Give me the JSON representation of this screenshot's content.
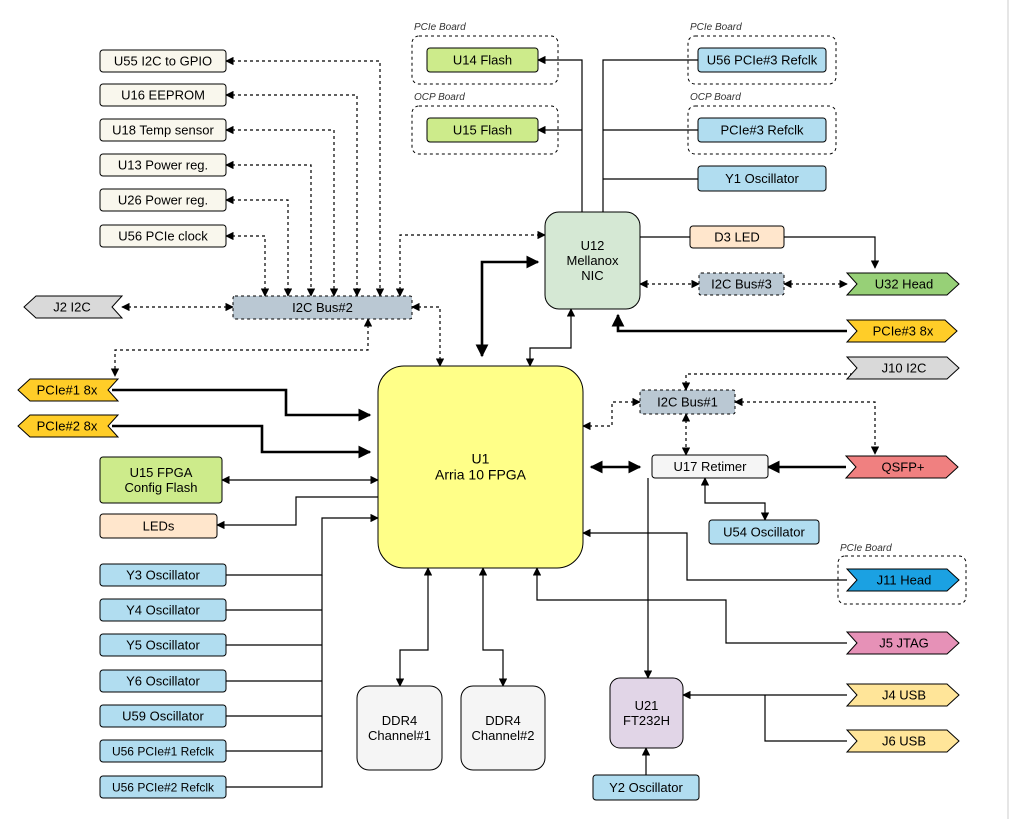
{
  "title": "",
  "blocks": {
    "fpga": [
      "U1",
      "Arria 10 FPGA"
    ],
    "nic": [
      "U12",
      "Mellanox",
      "NIC"
    ],
    "ft232": [
      "U21",
      "FT232H"
    ],
    "ddr1": [
      "DDR4",
      "Channel#1"
    ],
    "ddr2": [
      "DDR4",
      "Channel#2"
    ],
    "config_flash": [
      "U15 FPGA",
      "Config Flash"
    ],
    "leds": "LEDs",
    "u55": "U55 I2C to GPIO",
    "u16": "U16 EEPROM",
    "u18": "U18 Temp sensor",
    "u13": "U13 Power reg.",
    "u26": "U26 Power reg.",
    "u56clk": "U56 PCIe clock",
    "i2c_bus2": "I2C Bus#2",
    "i2c_bus1": "I2C Bus#1",
    "i2c_bus3": "I2C Bus#3",
    "u14": "U14 Flash",
    "u15flash": "U15 Flash",
    "u56ref3": "U56 PCIe#3 Refclk",
    "pcie3ref": "PCIe#3 Refclk",
    "y1": "Y1 Oscillator",
    "d3": "D3 LED",
    "u17": "U17 Retimer",
    "u54": "U54 Oscillator",
    "y2": "Y2 Oscillator",
    "y3": "Y3 Oscillator",
    "y4": "Y4 Oscillator",
    "y5": "Y5 Oscillator",
    "y6": "Y6 Oscillator",
    "u59": "U59 Oscillator",
    "u56ref1": "U56 PCIe#1 Refclk",
    "u56ref2": "U56 PCIe#2 Refclk"
  },
  "connectors": {
    "j2": "J2 I2C",
    "pcie1": "PCIe#1 8x",
    "pcie2": "PCIe#2 8x",
    "u32": "U32 Head",
    "pcie3": "PCIe#3 8x",
    "j10": "J10 I2C",
    "qsfp": "QSFP+",
    "j11": "J11 Head",
    "j5": "J5 JTAG",
    "j4": "J4 USB",
    "j6": "J6 USB"
  },
  "groups": {
    "pcie_board_1": "PCIe Board",
    "ocp_board_1": "OCP Board",
    "pcie_board_2": "PCIe Board",
    "ocp_board_2": "OCP Board",
    "pcie_board_3": "PCIe Board"
  },
  "colors": {
    "fpga": "#ffff88",
    "nic": "#d5e8d4",
    "ft232": "#e1d5e7",
    "ddr": "#f5f5f5",
    "green_flash": "#cdeb8b",
    "oscillator": "#b1ddf0",
    "peripheral": "#f9f7ed",
    "led": "#ffe6cc",
    "i2c_bus": "#bac8d3",
    "pcie_connector": "#ffcd28",
    "gray_connector": "#d9d9d9",
    "green_connector": "#97d077",
    "qsfp_connector": "#f08080",
    "j11_connector": "#1ba1e2",
    "j5_connector": "#e691b7",
    "usb_connector": "#ffe599"
  }
}
